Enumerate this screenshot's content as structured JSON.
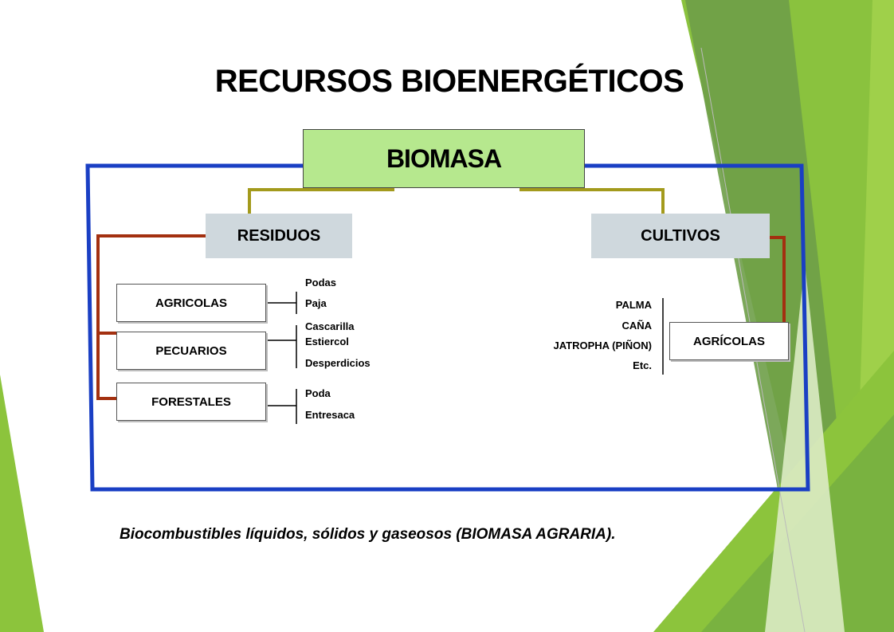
{
  "title": "RECURSOS BIOENERGÉTICOS",
  "root": "BIOMASA",
  "branches": {
    "left": {
      "label": "RESIDUOS"
    },
    "right": {
      "label": "CULTIVOS"
    }
  },
  "residuos": {
    "agricolas": {
      "label": "AGRICOLAS",
      "items": [
        "Podas",
        "Paja",
        "Cascarilla"
      ]
    },
    "pecuarios": {
      "label": "PECUARIOS",
      "items": [
        "Estiercol",
        "Desperdicios"
      ]
    },
    "forestales": {
      "label": "FORESTALES",
      "items": [
        "Poda",
        "Entresaca"
      ]
    }
  },
  "cultivos": {
    "agricolas": {
      "label": "AGRÍCOLAS",
      "items": [
        "PALMA",
        "CAÑA",
        "JATROPHA (PIÑON)",
        "Etc."
      ]
    }
  },
  "footer": "Biocombustibles líquidos, sólidos y gaseosos (BIOMASA AGRARIA).",
  "colors": {
    "frame": "#1a3fc4",
    "olive_connector": "#a39a1c",
    "red_connector": "#a33010",
    "root_fill": "#b6e88e",
    "category_fill": "#cfd8dd",
    "accent_green": "#8cc43c"
  }
}
